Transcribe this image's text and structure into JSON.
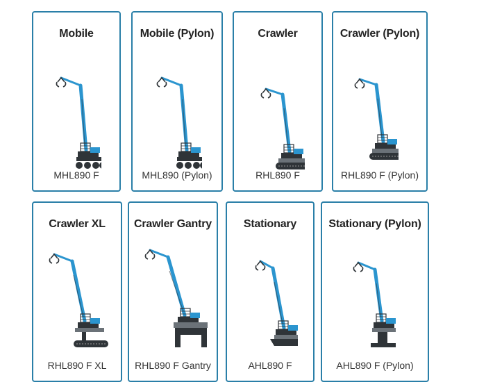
{
  "colors": {
    "border": "#2a7fa8",
    "machine_blue": "#2b95cf",
    "machine_dark": "#2f3438",
    "machine_grey": "#6b7278"
  },
  "machines": [
    {
      "title": "Mobile",
      "model": "MHL890 F",
      "undercarriage": "wheels"
    },
    {
      "title": "Mobile (Pylon)",
      "model": "MHL890 (Pylon)",
      "undercarriage": "wheels"
    },
    {
      "title": "Crawler",
      "model": "RHL890 F",
      "undercarriage": "crawler"
    },
    {
      "title": "Crawler (Pylon)",
      "model": "RHL890 F (Pylon)",
      "undercarriage": "crawler"
    },
    {
      "title": "Crawler XL",
      "model": "RHL890 F XL",
      "undercarriage": "crawler-xl"
    },
    {
      "title": "Crawler Gantry",
      "model": "RHL890 F Gantry",
      "undercarriage": "gantry"
    },
    {
      "title": "Stationary",
      "model": "AHL890 F",
      "undercarriage": "stationary"
    },
    {
      "title": "Stationary (Pylon)",
      "model": "AHL890 F (Pylon)",
      "undercarriage": "pylon"
    }
  ]
}
